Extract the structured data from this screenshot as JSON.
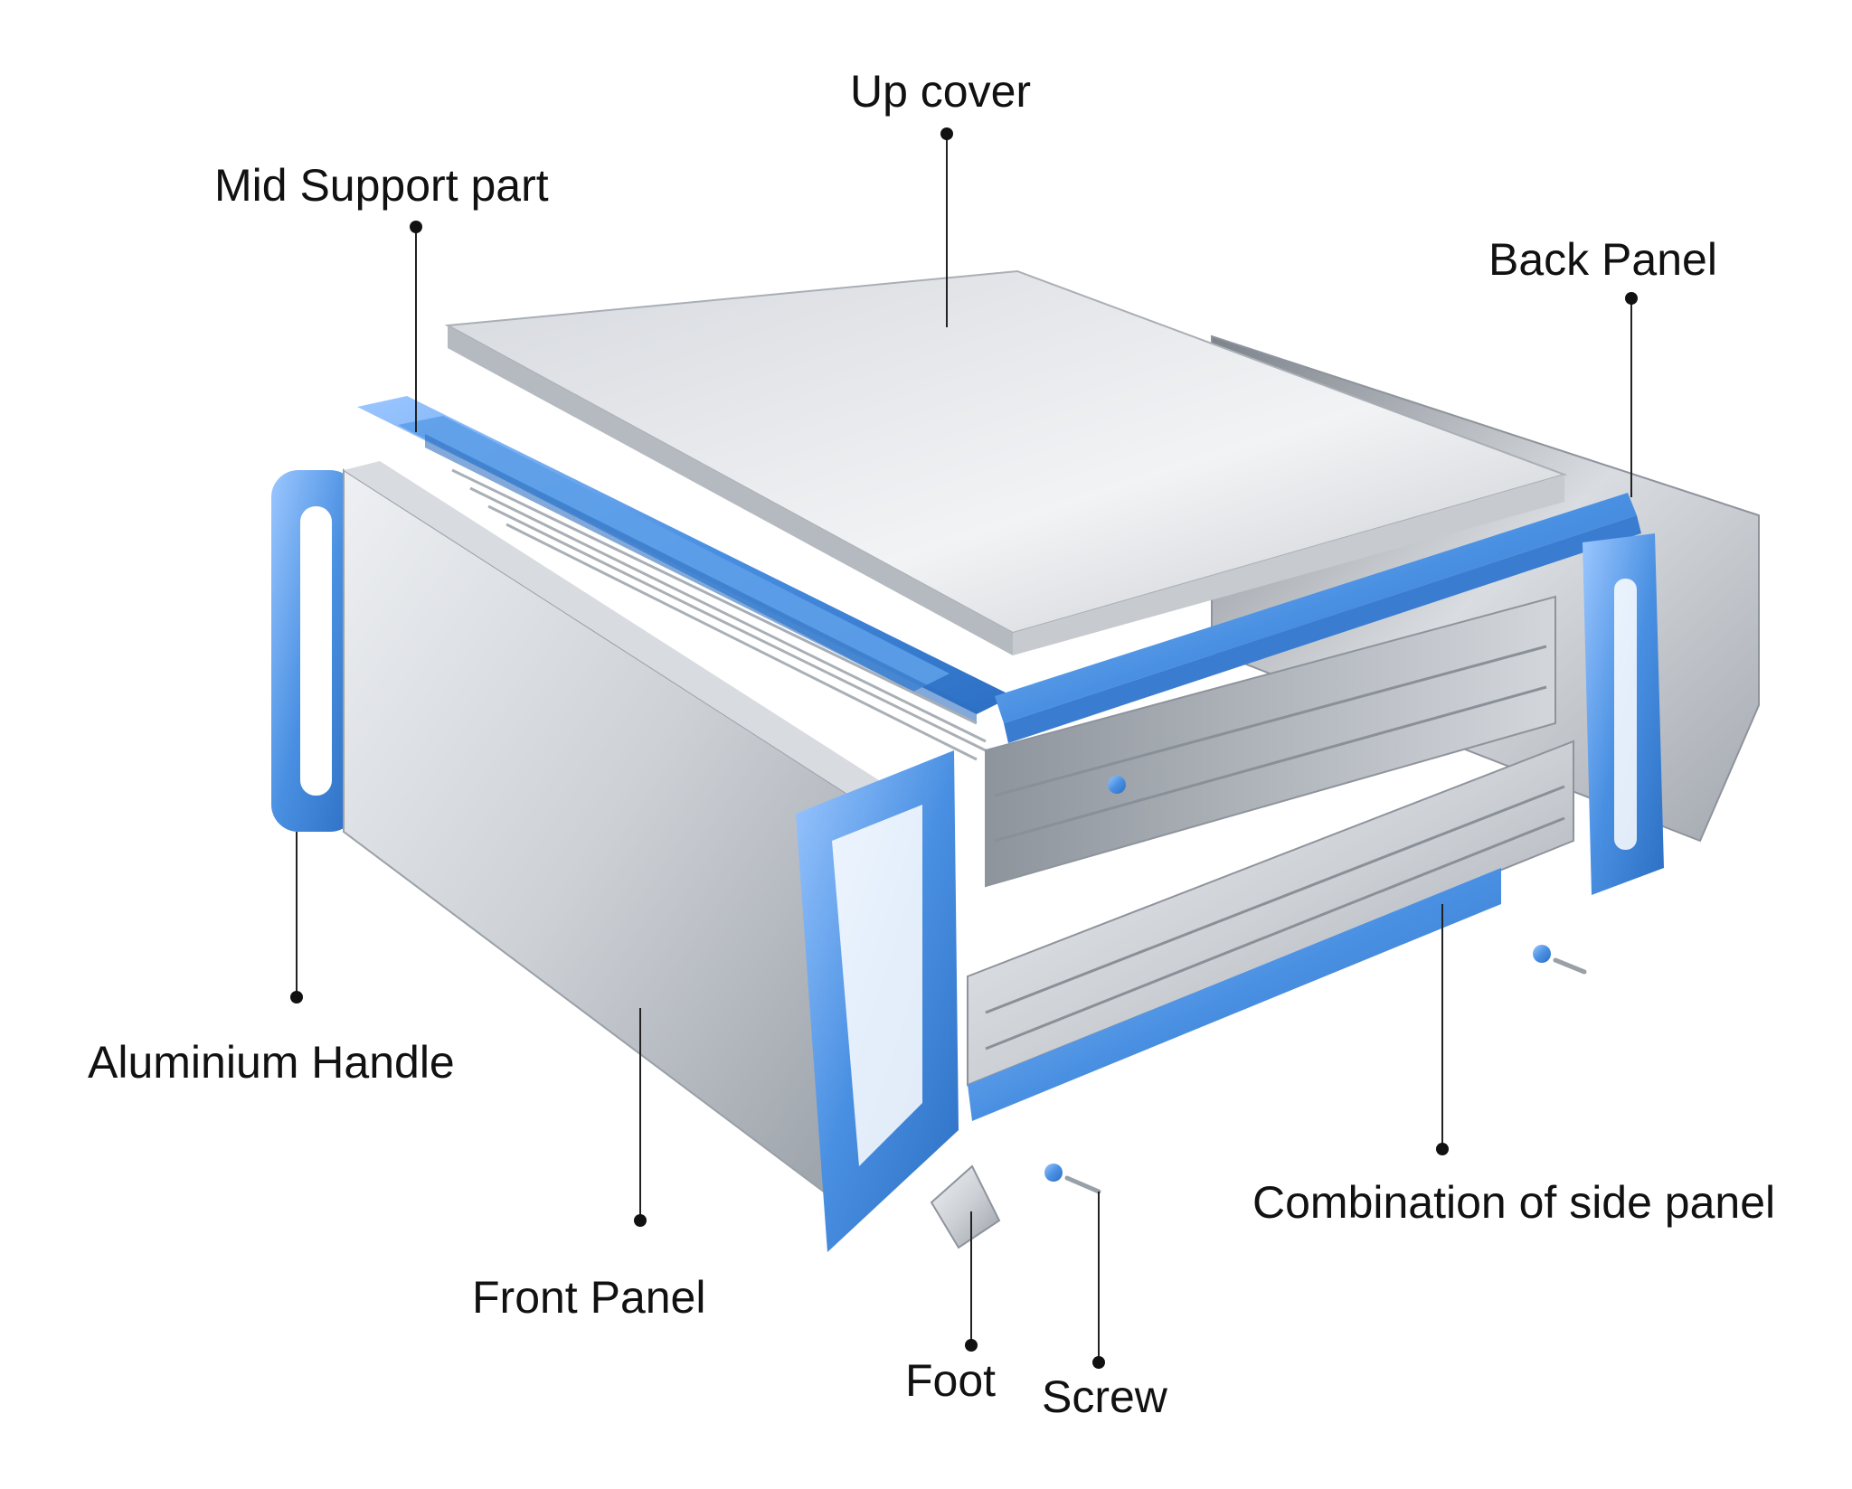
{
  "labels": {
    "up_cover": "Up cover",
    "mid_support": "Mid Support part",
    "back_panel": "Back Panel",
    "aluminium_handle": "Aluminium Handle",
    "front_panel": "Front Panel",
    "foot": "Foot",
    "screw": "Screw",
    "side_panel": "Combination of side panel"
  },
  "colors": {
    "accent_blue": "#4a90e2",
    "aluminium": "#c9ced4",
    "label_text": "#111111"
  }
}
